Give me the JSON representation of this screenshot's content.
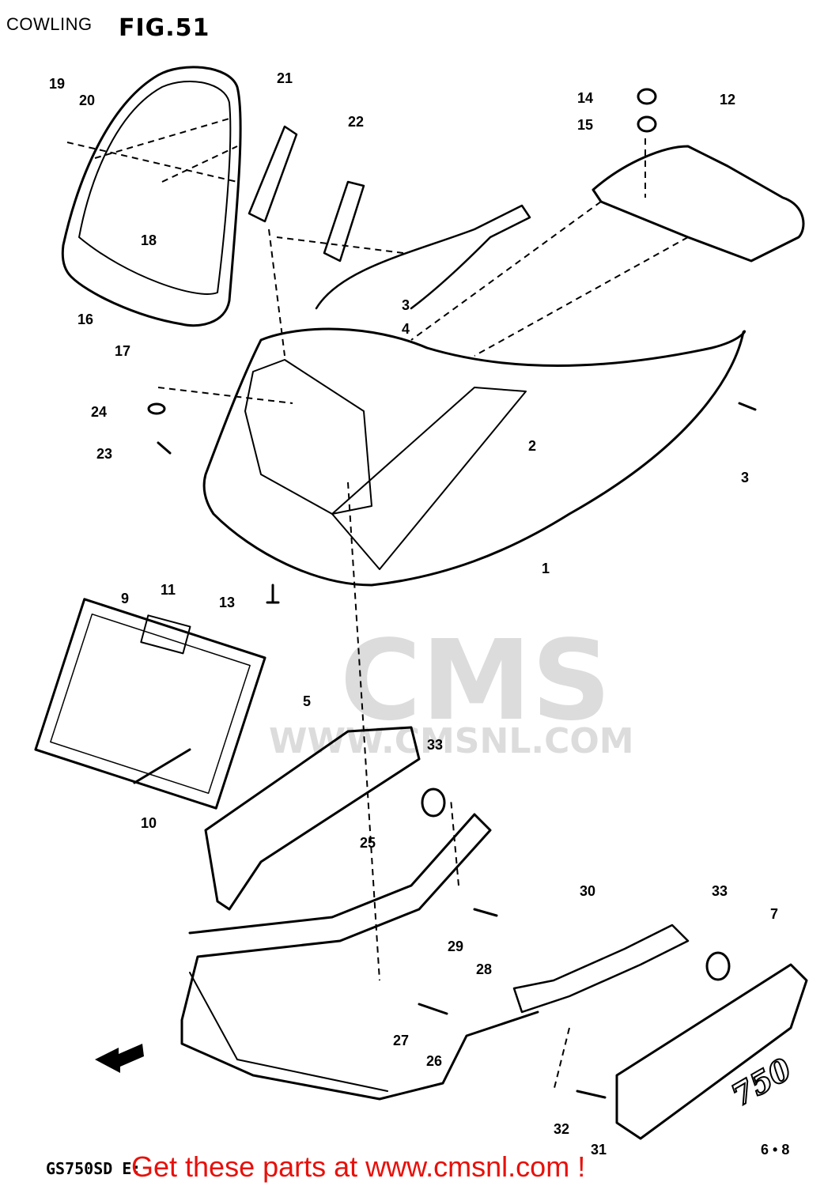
{
  "header": {
    "title": "COWLING",
    "fig_label": "FIG.51"
  },
  "model_code": "GS750SD E:",
  "watermark": {
    "logo": "CMS",
    "url": "WWW.CMSNL.COM"
  },
  "footer": {
    "text": "Get these parts at www.cmsnl.com !",
    "color": "#e8100a"
  },
  "front_badge": "750",
  "part_numbers": [
    "19",
    "20",
    "21",
    "22",
    "14",
    "15",
    "12",
    "18",
    "16",
    "17",
    "3",
    "4",
    "24",
    "23",
    "2",
    "3",
    "1",
    "13",
    "9",
    "11",
    "5",
    "33",
    "10",
    "25",
    "30",
    "33",
    "7",
    "29",
    "28",
    "27",
    "26",
    "32",
    "31",
    "6 • 8"
  ]
}
